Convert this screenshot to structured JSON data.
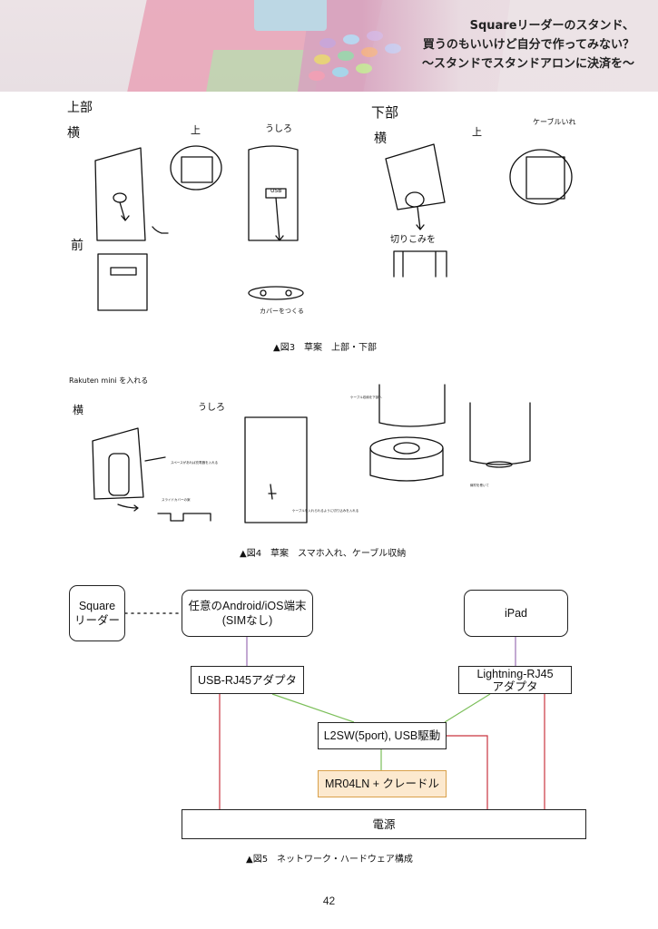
{
  "header": {
    "title_lines": [
      "Squareリーダーのスタンド、",
      "買うのもいいけど自分で作ってみない？",
      "〜スタンドでスタンドアロンに決済を〜"
    ]
  },
  "figure3": {
    "caption": "▲図3　草案　上部・下部",
    "labels": {
      "top_part": "上部",
      "side_left": "横",
      "top_view": "上",
      "back_view": "うしろ",
      "front_view": "前",
      "usb": "USB",
      "make_cover": "カバーをつくる",
      "bottom_part": "下部",
      "side_right": "横",
      "top_view_right": "上",
      "cut": "切りこみを",
      "cable_note": "ケーブルいれ"
    }
  },
  "figure4": {
    "caption": "▲図4　草案　スマホ入れ、ケーブル収納",
    "labels": {
      "rakuten": "Rakuten mini を入れる",
      "side": "横",
      "back": "うしろ",
      "note_space": "スペースがあれば充電器を入れる",
      "note_slide": "スライドカバーの案",
      "note_cable": "ケーブルを入れられるように切り込みを入れる",
      "note_storage": "ケーブル収納を下部へ",
      "note_stick": "線材を巻いて"
    }
  },
  "figure5": {
    "caption": "▲図5　ネットワーク・ハードウェア構成",
    "nodes": {
      "square_reader": "Square\nリーダー",
      "android_ios": "任意のAndroid/iOS端末\n(SIMなし)",
      "ipad": "iPad",
      "usb_rj45": "USB-RJ45アダプタ",
      "lightning_rj45": "Lightning-RJ45\nアダプタ",
      "l2sw": "L2SW(5port), USB駆動",
      "mr04ln": "MR04LN + クレードル",
      "power": "電源"
    },
    "colors": {
      "usb_link": "#9b6fb3",
      "ethernet_link": "#7cbf5a",
      "power_link": "#c9343f",
      "highlight_fill": "#fce9cf",
      "highlight_border": "#d9a04a"
    }
  },
  "page_number": "42"
}
